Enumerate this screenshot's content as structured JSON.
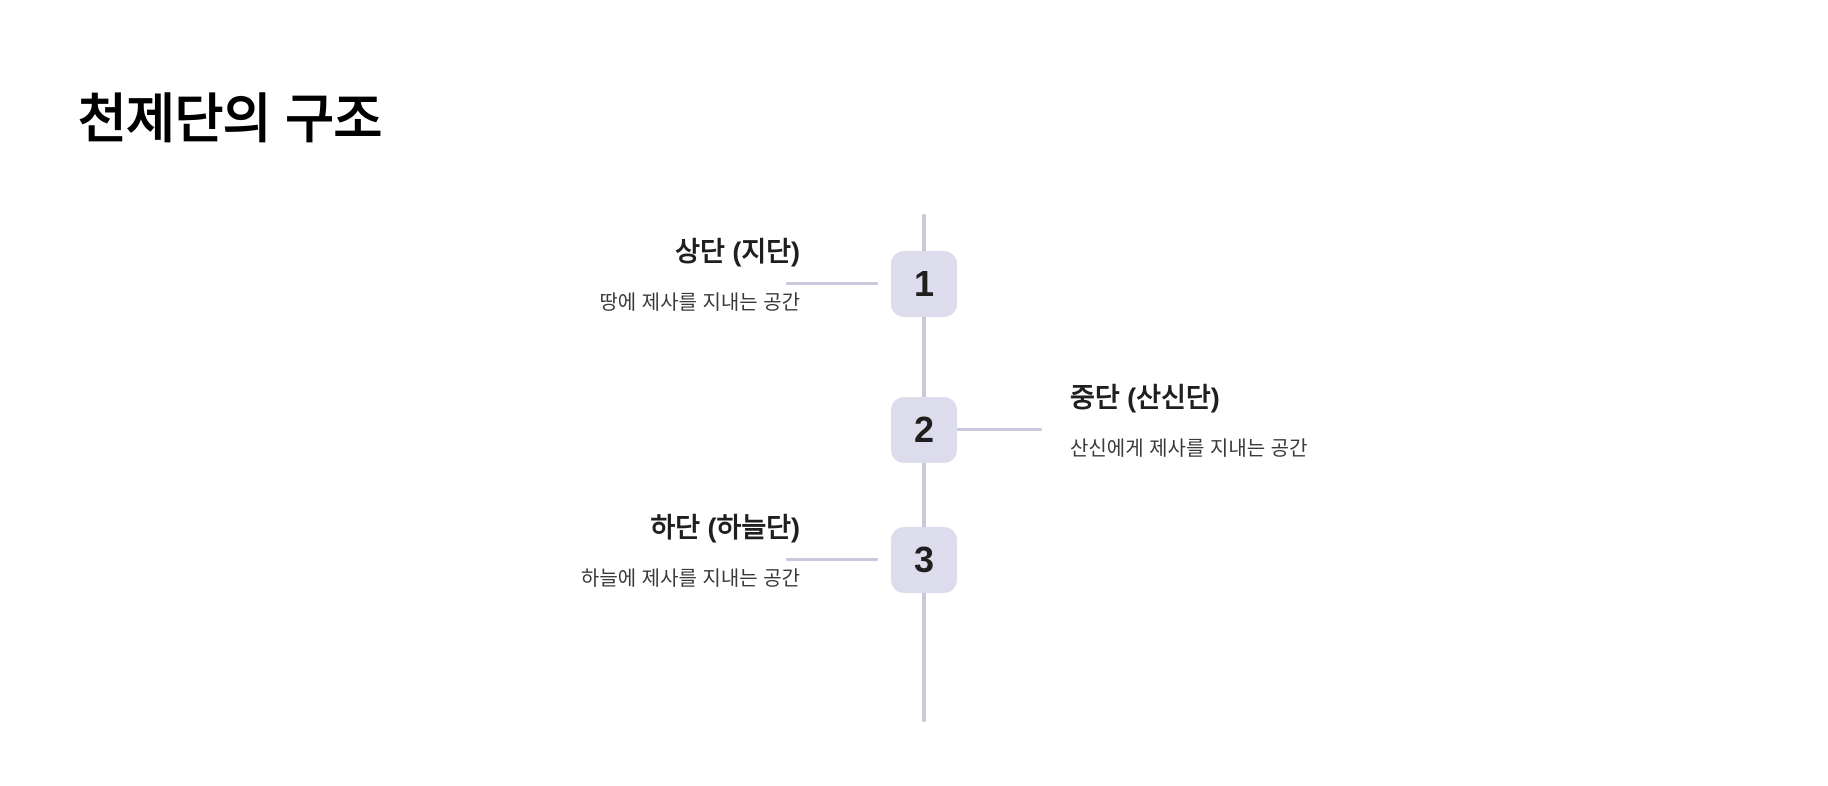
{
  "page": {
    "title": "천제단의 구조",
    "background_color": "#ffffff",
    "title_color": "#000000"
  },
  "theme": {
    "badge_fill": "#dcdcec",
    "badge_text_color": "#1f1f1f",
    "line_color": "#c9c9dd",
    "heading_color": "#1f1f1f",
    "description_color": "#3a3a3a"
  },
  "timeline": {
    "orientation": "vertical",
    "items": [
      {
        "number": "1",
        "heading": "상단 (지단)",
        "description": "땅에 제사를 지내는 공간",
        "side": "left"
      },
      {
        "number": "2",
        "heading": "중단 (산신단)",
        "description": "산신에게 제사를 지내는 공간",
        "side": "right"
      },
      {
        "number": "3",
        "heading": "하단 (하늘단)",
        "description": "하늘에 제사를 지내는 공간",
        "side": "left"
      }
    ]
  }
}
